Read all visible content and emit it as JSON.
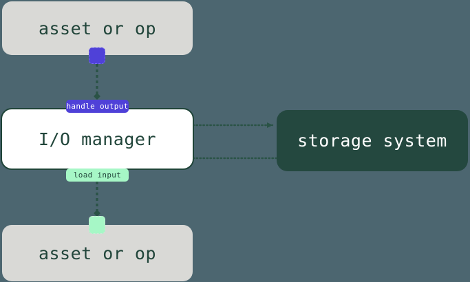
{
  "diagram": {
    "title": "io-manager-flow",
    "background_color": "#4c6670",
    "nodes": [
      {
        "id": "asset-top",
        "label": "asset or op",
        "fill": "#d9d9d6",
        "text_color": "#21453a"
      },
      {
        "id": "io-manager",
        "label": "I/O manager",
        "fill": "#ffffff",
        "text_color": "#21453a",
        "border_color": "#1f4438"
      },
      {
        "id": "storage-system",
        "label": "storage system",
        "fill": "#24483f",
        "text_color": "#ffffff"
      },
      {
        "id": "asset-bottom",
        "label": "asset or op",
        "fill": "#d9d9d6",
        "text_color": "#21453a"
      }
    ],
    "ports": [
      {
        "id": "output-port",
        "color": "#4f41d8"
      },
      {
        "id": "input-port",
        "color": "#a6f7c6"
      }
    ],
    "edges": [
      {
        "id": "handle-output",
        "label": "handle output",
        "label_fill": "#4f41d8",
        "label_text_color": "#ffffff",
        "from": "asset-top",
        "to": "storage-system",
        "style": "dotted"
      },
      {
        "id": "load-input",
        "label": "load input",
        "label_fill": "#a6f7c6",
        "label_text_color": "#21453a",
        "from": "storage-system",
        "to": "asset-bottom",
        "style": "dotted"
      }
    ],
    "edge_color": "#2a5346"
  }
}
